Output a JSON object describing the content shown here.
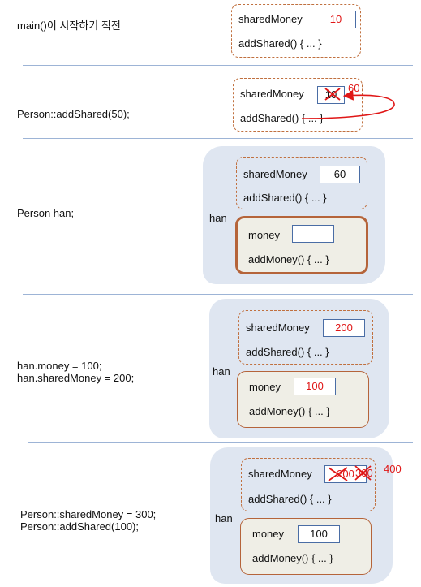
{
  "steps": [
    {
      "code": "main()이 시작하기 직전",
      "shared_field": "sharedMoney",
      "shared_value": "10",
      "shared_method": "addShared() { ... }"
    },
    {
      "code": "Person::addShared(50);",
      "shared_field": "sharedMoney",
      "shared_old_value": "10",
      "shared_new_value": "60",
      "shared_method": "addShared() { ... }"
    },
    {
      "code": "Person han;",
      "shared_field": "sharedMoney",
      "shared_value": "60",
      "shared_method": "addShared() { ... }",
      "object_name": "han",
      "object_field": "money",
      "object_value": "",
      "object_method": "addMoney() { ... }"
    },
    {
      "code_lines": [
        "han.money = 100;",
        "han.sharedMoney = 200;"
      ],
      "shared_field": "sharedMoney",
      "shared_value": "200",
      "shared_method": "addShared() { ... }",
      "object_name": "han",
      "object_field": "money",
      "object_value": "100",
      "object_method": "addMoney() { ... }"
    },
    {
      "code_lines": [
        "Person::sharedMoney = 300;",
        "Person::addShared(100);"
      ],
      "shared_field": "sharedMoney",
      "shared_old_value": "200",
      "shared_mid_value": "300",
      "shared_new_value": "400",
      "shared_method": "addShared() { ... }",
      "object_name": "han",
      "object_field": "money",
      "object_value": "100",
      "object_method": "addMoney() { ... }"
    }
  ],
  "colors": {
    "dashed_border": "#c0703f",
    "object_border": "#b5643a",
    "object_fill": "#efeee6",
    "blob_fill": "#dfe6f1",
    "value_box_border": "#4a6da5",
    "changed_value": "#e01616",
    "separator": "#9db4d6"
  }
}
